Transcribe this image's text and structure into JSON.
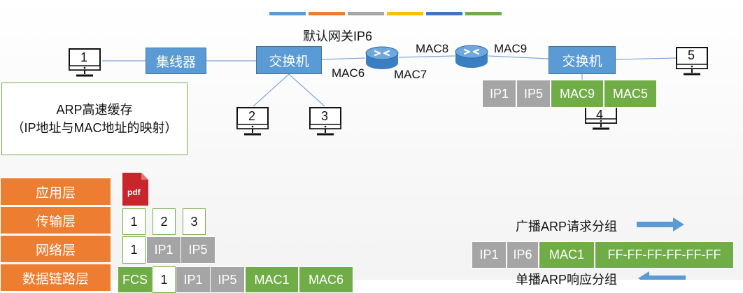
{
  "colors": {
    "top_bars": [
      "#5b9bd5",
      "#ed7d31",
      "#a5a5a5",
      "#ffc000",
      "#4472c4",
      "#70ad47"
    ],
    "device_blue": "#5b9bd5",
    "frame_gray": "#a5a5a5",
    "frame_green": "#70ad47",
    "layer_orange": "#ed7d31"
  },
  "network": {
    "gateway_label": "默认网关IP6",
    "hub": "集线器",
    "switch_left": "交换机",
    "switch_right": "交换机",
    "mac6": "MAC6",
    "mac7": "MAC7",
    "mac8": "MAC8",
    "mac9": "MAC9",
    "pcs": [
      "1",
      "2",
      "3",
      "4",
      "5"
    ]
  },
  "arp_cache": {
    "line1": "ARP高速缓存",
    "line2": "（IP地址与MAC地址的映射）"
  },
  "right_frame": [
    "IP1",
    "IP5",
    "MAC9",
    "MAC5"
  ],
  "layers": [
    "应用层",
    "传输层",
    "网络层",
    "数据链路层"
  ],
  "pdf_label": "pdf",
  "transport_cells": [
    "1",
    "2",
    "3"
  ],
  "network_cells": [
    "1",
    "IP1",
    "IP5"
  ],
  "link_cells": [
    "FCS",
    "1",
    "IP1",
    "IP5",
    "MAC1",
    "MAC6"
  ],
  "broadcast": {
    "label": "广播ARP请求分组",
    "cells": [
      "IP1",
      "IP6",
      "MAC1",
      "FF-FF-FF-FF-FF-FF"
    ]
  },
  "unicast": {
    "label": "单播ARP响应分组"
  }
}
